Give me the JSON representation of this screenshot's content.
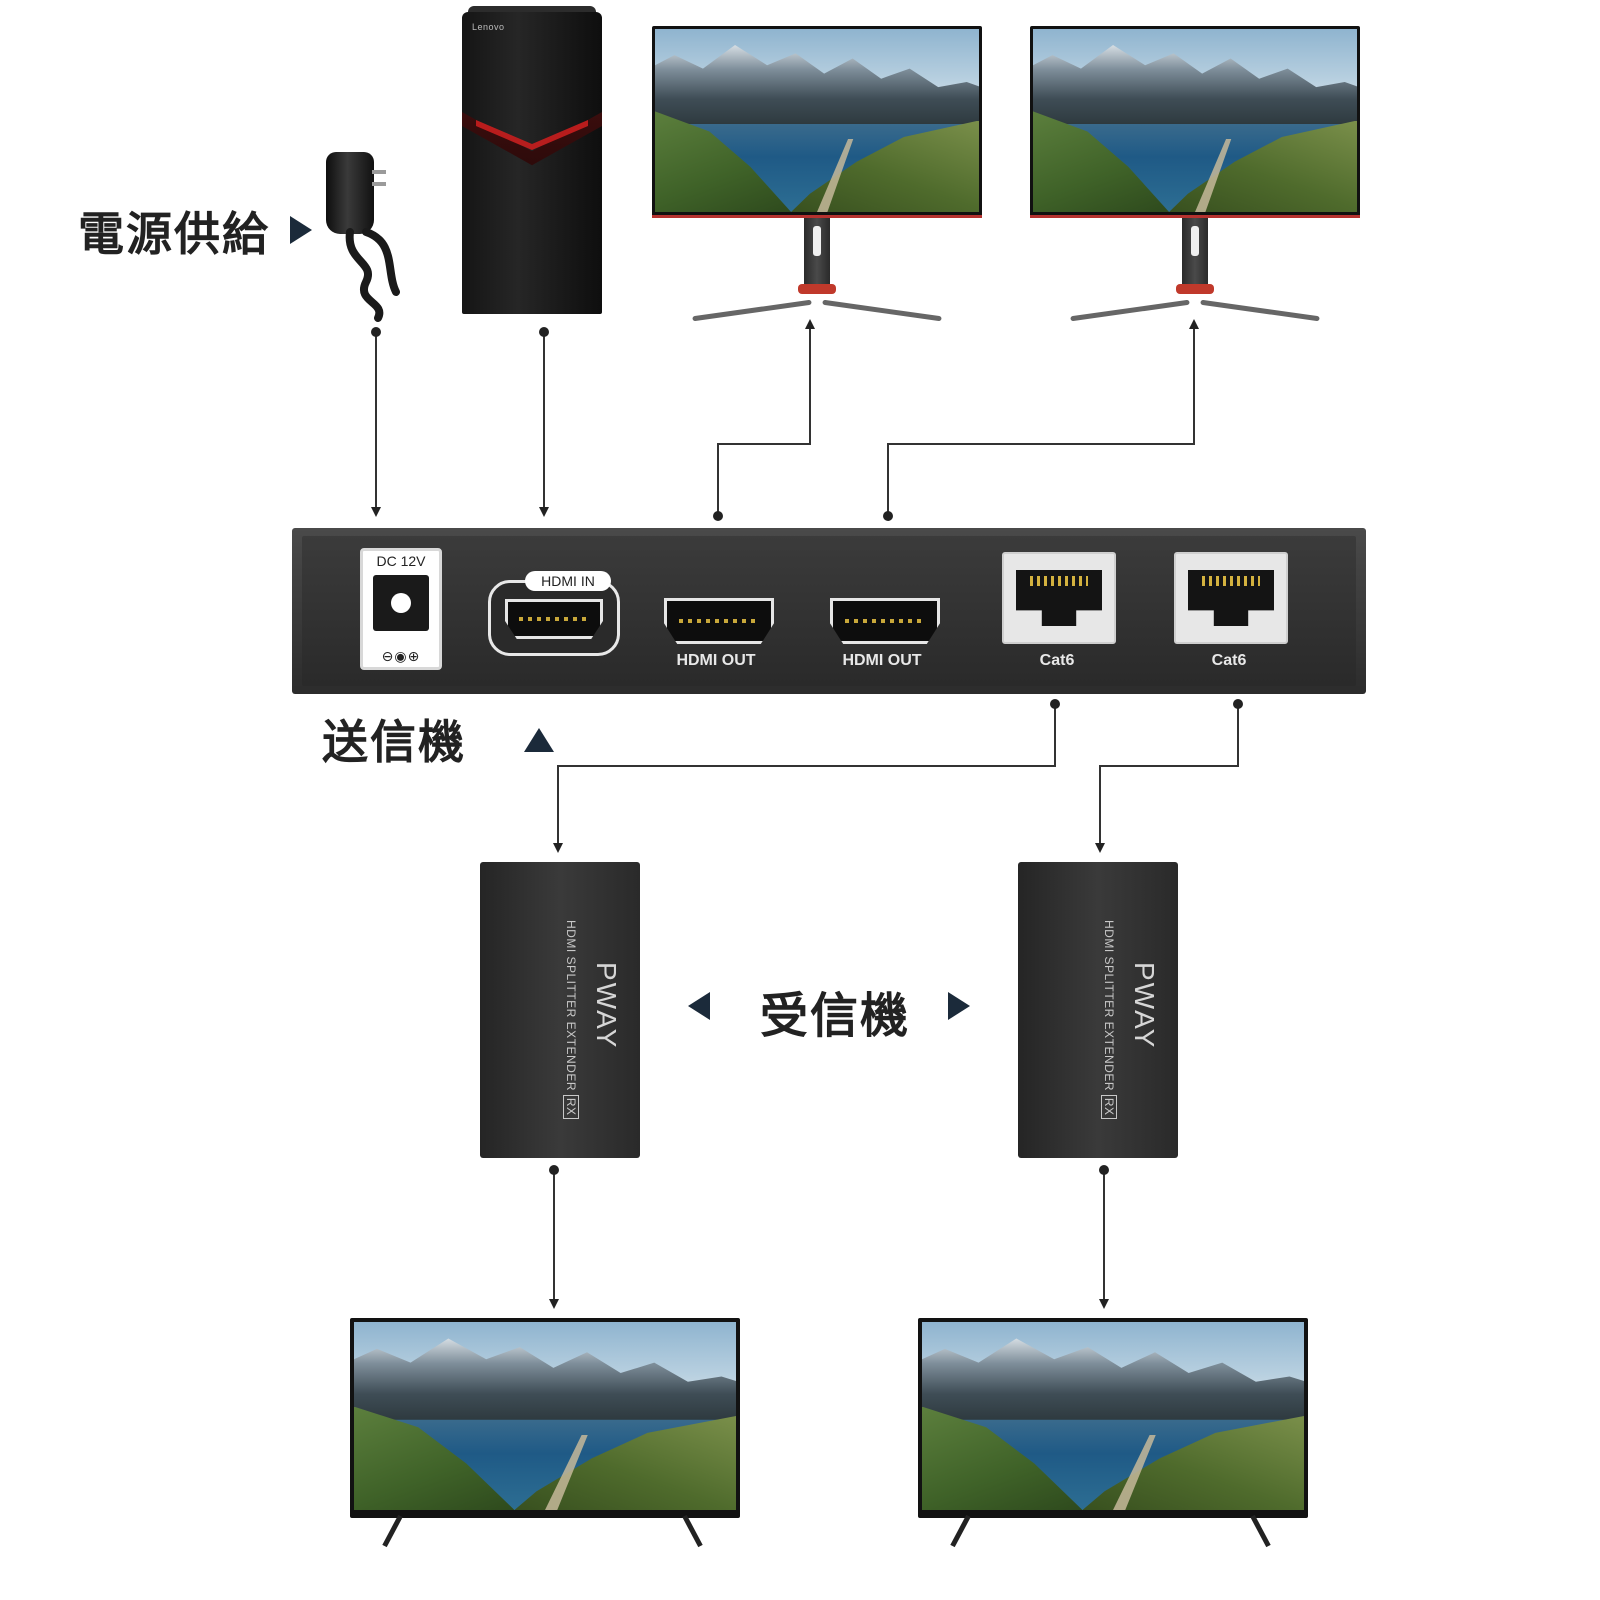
{
  "labels": {
    "power_supply": "電源供給",
    "transmitter": "送信機",
    "receiver": "受信機"
  },
  "devices": {
    "pc_brand": "Lenovo",
    "receiver_brand": "PWAY",
    "receiver_model": "HDMI SPLITTER EXTENDER",
    "receiver_badge": "RX"
  },
  "transmitter_ports": {
    "dc_label": "DC 12V",
    "dc_polarity": "⊖◉⊕",
    "hdmi_in": "HDMI IN",
    "hdmi_out_1": "HDMI OUT",
    "hdmi_out_2": "HDMI OUT",
    "cat6_1": "Cat6",
    "cat6_2": "Cat6"
  },
  "colors": {
    "arrow": "#1b2a3a",
    "wire": "#333333",
    "accent_red": "#c81e1e"
  }
}
